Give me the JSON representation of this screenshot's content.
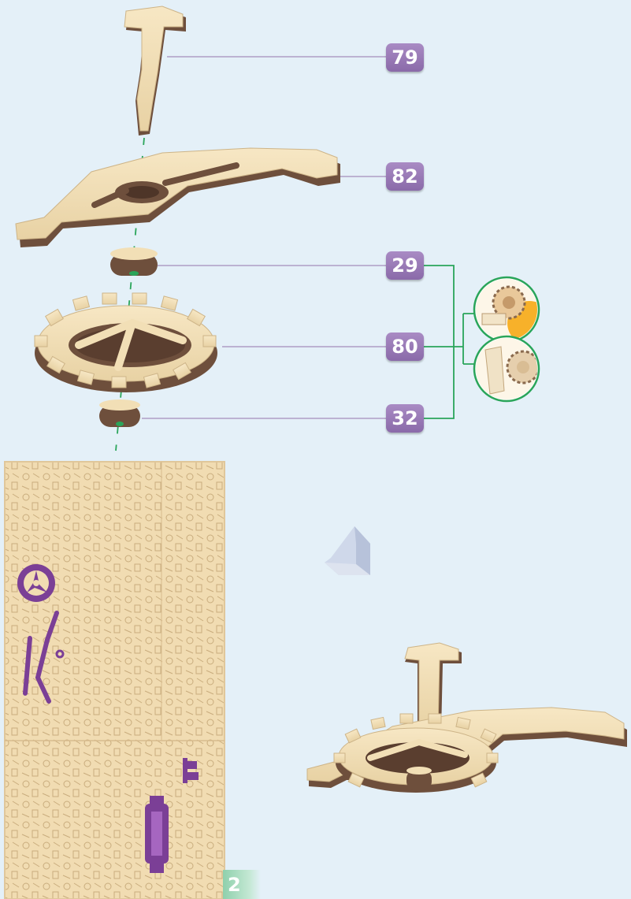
{
  "parts": [
    {
      "id": "part-79",
      "number": "79"
    },
    {
      "id": "part-82",
      "number": "82"
    },
    {
      "id": "part-29",
      "number": "29"
    },
    {
      "id": "part-80",
      "number": "80"
    },
    {
      "id": "part-32",
      "number": "32"
    }
  ],
  "step": {
    "number": "2"
  },
  "colors": {
    "background": "#e4f0f8",
    "badge": "#9b7bb8",
    "wood_light": "#f2dfb6",
    "wood_dark": "#6e4f3c",
    "sheet_highlight": "#7b3f96",
    "bracket_green": "#2aa55a",
    "leader_line": "#9b7bb8"
  },
  "icons": [
    "hint-gear-mesh-icon",
    "hint-gear-axle-icon",
    "arrow-down-left-icon"
  ]
}
